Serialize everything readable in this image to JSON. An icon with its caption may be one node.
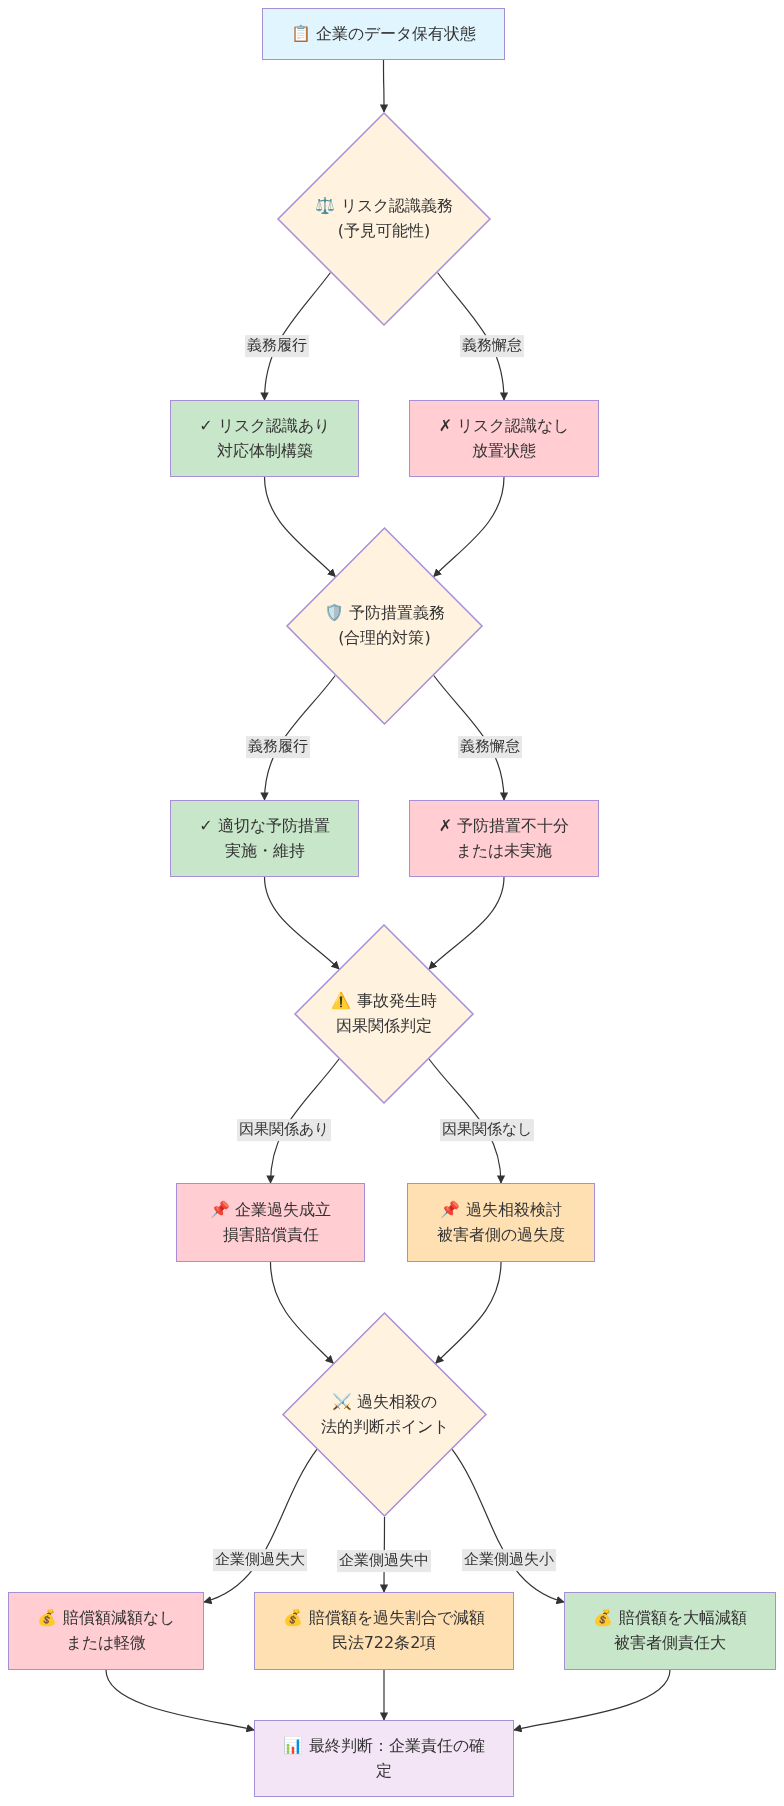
{
  "diagram": {
    "nodes": [
      {
        "text": [
          "📋 企業のデータ保有状態"
        ]
      },
      {
        "text": [
          "⚖️ リスク認識義務(予見可能性)"
        ]
      },
      {
        "text": [
          "✓ リスク認識あり対応体制構築"
        ]
      },
      {
        "text": [
          "✗ リスク認識なし放置状態"
        ]
      },
      {
        "text": [
          "🛡️ 予防措置義務(合理的対策)"
        ]
      },
      {
        "text": [
          "✓ 適切な予防措置実施・維持"
        ]
      },
      {
        "text": [
          "✗ 予防措置不十分または未実施"
        ]
      },
      {
        "text": [
          "⚠️ 事故発生時因果関係判定"
        ]
      },
      {
        "text": [
          "📌 企業過失成立損害賠償責任"
        ]
      },
      {
        "text": [
          "📌 過失相殺検討被害者側の過失度"
        ]
      },
      {
        "text": [
          "⚔️ 過失相殺の法的判断ポイント"
        ]
      },
      {
        "text": [
          "💰 賠償額減額なしまたは軽微"
        ]
      },
      {
        "text": [
          "💰 賠償額を過失割合で減額民法722条2項"
        ]
      },
      {
        "text": [
          "💰 賠償額を大幅減額被害者側責任大"
        ]
      },
      {
        "text": [
          "📊 最終判断：企業責任の確定"
        ]
      }
    ],
    "edges": [
      {
        "from": 0,
        "to": 1,
        "arrow": "to"
      },
      {
        "from": 1,
        "to": 2,
        "arrow": "to",
        "label": "義務履行"
      },
      {
        "from": 1,
        "to": 3,
        "arrow": "to",
        "label": "義務懈怠"
      },
      {
        "from": 2,
        "to": 4,
        "arrow": "to"
      },
      {
        "from": 3,
        "to": 4,
        "arrow": "to"
      },
      {
        "from": 4,
        "to": 5,
        "arrow": "to",
        "label": "義務履行"
      },
      {
        "from": 4,
        "to": 6,
        "arrow": "to",
        "label": "義務懈怠"
      },
      {
        "from": 5,
        "to": 7,
        "arrow": "to"
      },
      {
        "from": 6,
        "to": 7,
        "arrow": "to"
      },
      {
        "from": 7,
        "to": 8,
        "arrow": "to",
        "label": "因果関係あり"
      },
      {
        "from": 7,
        "to": 9,
        "arrow": "to",
        "label": "因果関係なし"
      },
      {
        "from": 8,
        "to": 10,
        "arrow": "to"
      },
      {
        "from": 9,
        "to": 10,
        "arrow": "to"
      },
      {
        "from": 10,
        "to": 11,
        "arrow": "to",
        "label": "企業側過失大"
      },
      {
        "from": 10,
        "to": 12,
        "arrow": "to",
        "label": "企業側過失中"
      },
      {
        "from": 10,
        "to": 13,
        "arrow": "to",
        "label": "企業側過失小"
      },
      {
        "from": 11,
        "to": 14,
        "arrow": "to"
      },
      {
        "from": 12,
        "to": 14,
        "arrow": "to"
      },
      {
        "from": 13,
        "to": 14,
        "arrow": "to"
      }
    ]
  }
}
